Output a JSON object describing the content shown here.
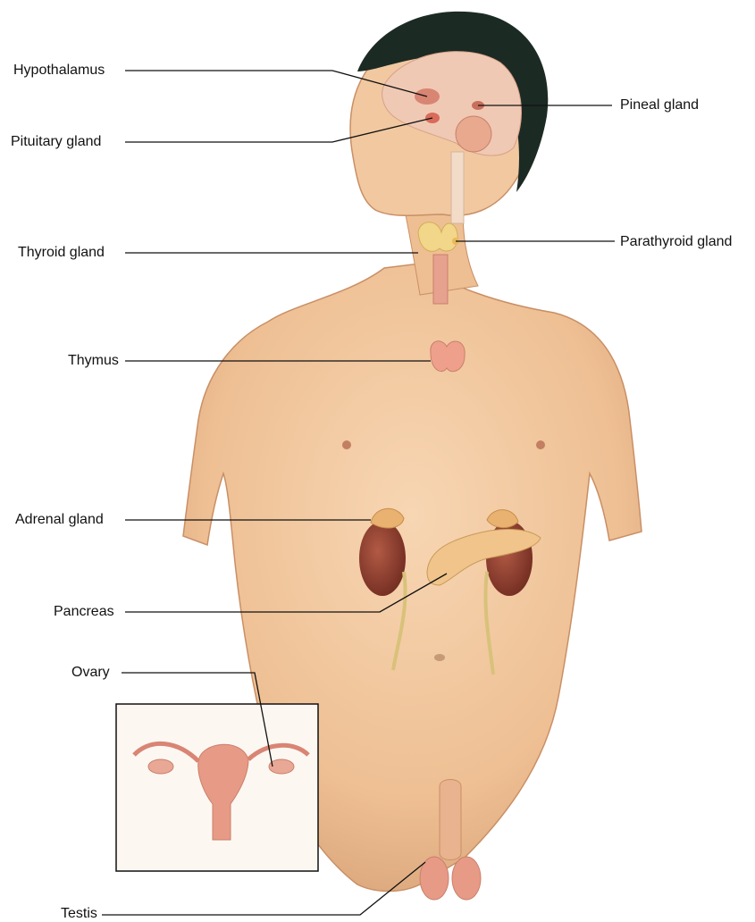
{
  "labels": {
    "hypothalamus": "Hypothalamus",
    "pituitary": "Pituitary gland",
    "pineal": "Pineal gland",
    "thyroid": "Thyroid gland",
    "parathyroid": "Parathyroid gland",
    "thymus": "Thymus",
    "adrenal": "Adrenal gland",
    "pancreas": "Pancreas",
    "ovary": "Ovary",
    "testis": "Testis"
  },
  "colors": {
    "skin": "#f2c9a0",
    "skin_shadow": "#d9a47a",
    "hair": "#1c2a24",
    "brain": "#f0c9b4",
    "gland_pink": "#e79a86",
    "thyroid_yellow": "#f2d68a",
    "kidney": "#8a3a2a",
    "ureter": "#d8c27a",
    "leader_line": "#111111"
  }
}
